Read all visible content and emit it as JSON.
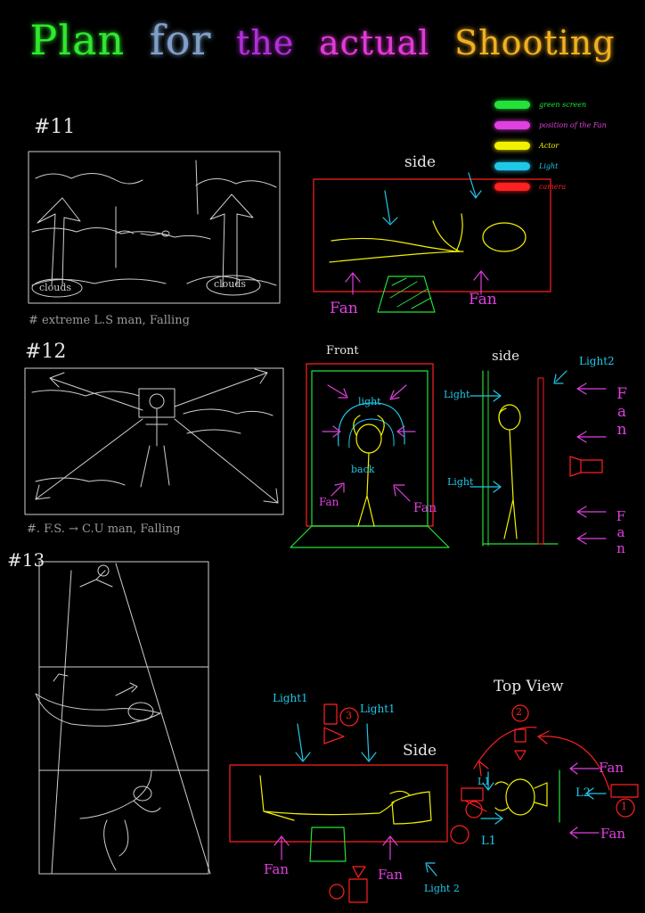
{
  "title_words": [
    {
      "text": "Plan",
      "color": "#2fe82f"
    },
    {
      "text": "for",
      "color": "#7fa0c8"
    },
    {
      "text": "the",
      "color": "#b02fd8"
    },
    {
      "text": "actual",
      "color": "#e23ad7"
    },
    {
      "text": "Shooting",
      "color": "#f0b020"
    }
  ],
  "legend": [
    {
      "label": "green screen",
      "color": "#22e23a"
    },
    {
      "label": "position of the Fan",
      "color": "#e040e0"
    },
    {
      "label": "Actor",
      "color": "#f2f200"
    },
    {
      "label": "Light",
      "color": "#20c8e8"
    },
    {
      "label": "camera",
      "color": "#ff2020"
    }
  ],
  "scene11": {
    "number": "#11",
    "caption": "# extreme L.S man, Falling",
    "cloud_left": "clouds",
    "cloud_right": "clouds",
    "side_label": "side",
    "fan_left": "Fan",
    "fan_right": "Fan"
  },
  "scene12": {
    "number": "#12",
    "caption": "#. F.S. → C.U man, Falling",
    "front_label": "Front",
    "light_label": "light",
    "back_label": "back",
    "fan_label_left": "Fan",
    "fan_label_right": "Fan",
    "side_label": "side",
    "light1": "Light",
    "light2": "Light",
    "light_side": "Light2",
    "fan_top": "Fan",
    "fan_bottom": "Fan"
  },
  "scene13": {
    "number": "#13",
    "side_label": "Side",
    "light_1": "Light1",
    "light_2": "Light1",
    "fan_left": "Fan",
    "fan_right": "Fan",
    "light_bottom": "Light 2",
    "top_view": "Top View",
    "top_fan1": "Fan",
    "top_fan2": "Fan",
    "top_l2": "L2",
    "top_l1a": "L1",
    "top_l1b": "L1",
    "cam1": "1",
    "cam2": "2",
    "cam3": "3"
  },
  "colors": {
    "green": "#22e23a",
    "fan": "#e040e0",
    "actor": "#f2f200",
    "light": "#20c8e8",
    "camera": "#ff2020",
    "sketch": "#cfcfcf"
  }
}
